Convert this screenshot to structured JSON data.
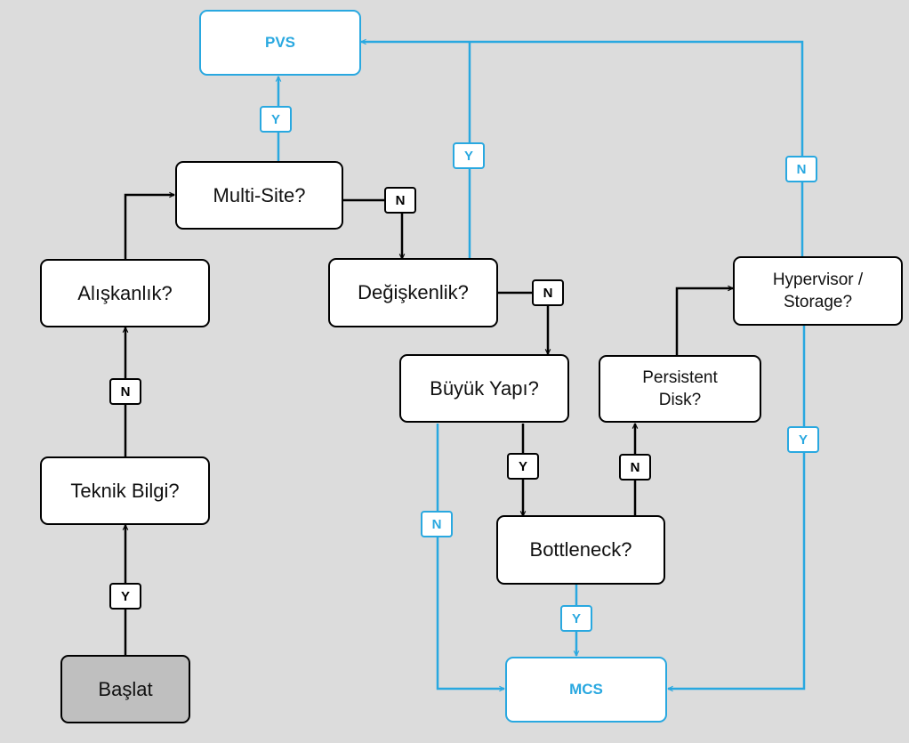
{
  "nodes": {
    "pvs": "PVS",
    "mcs": "MCS",
    "baslat": "Başlat",
    "teknik_bilgi": "Teknik Bilgi?",
    "aliskanlik": "Alışkanlık?",
    "multi_site": "Multi-Site?",
    "degiskenlik": "Değişkenlik?",
    "buyuk_yapi": "Büyük Yapı?",
    "bottleneck": "Bottleneck?",
    "persistent_disk_line1": "Persistent",
    "persistent_disk_line2": "Disk?",
    "hypervisor_line1": "Hypervisor /",
    "hypervisor_line2": "Storage?"
  },
  "edge_labels": {
    "baslat_to_teknik": "Y",
    "teknik_to_aliskanlik": "N",
    "multisite_to_pvs": "Y",
    "multisite_to_degiskenlik": "N",
    "degiskenlik_to_pvs": "Y",
    "degiskenlik_to_buyuk": "N",
    "buyuk_to_bottleneck": "Y",
    "buyuk_to_mcs": "N",
    "bottleneck_to_mcs": "Y",
    "bottleneck_to_persistent": "N",
    "hypervisor_to_pvs": "N",
    "hypervisor_to_mcs": "Y"
  },
  "colors": {
    "accent": "#29a8e0",
    "dark": "#000000",
    "background": "#dcdcdc",
    "start_fill": "#bfbfbf"
  }
}
